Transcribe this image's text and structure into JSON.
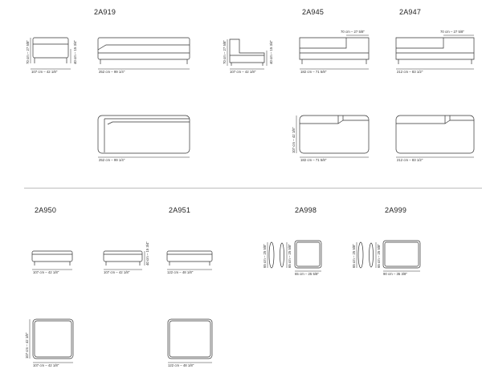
{
  "models": {
    "a919": "2A919",
    "a945": "2A945",
    "a947": "2A947",
    "a950": "2A950",
    "a951": "2A951",
    "a998": "2A998",
    "a999": "2A999"
  },
  "dims": {
    "d107": "107 cm – 42 1/8\"",
    "d252": "252 cm – 99 1/4\"",
    "d182": "182 cm – 71 5/8\"",
    "d212": "212 cm – 83 1/2\"",
    "d122": "122 cm – 48 1/8\"",
    "d65": "65 cm – 25 5/8\"",
    "d90": "90 cm – 35 3/8\"",
    "d70": "70 cm – 27 5/8\"",
    "d40": "40 cm – 15 3/4\"",
    "d107v": "107 cm – 42 1/8\""
  }
}
